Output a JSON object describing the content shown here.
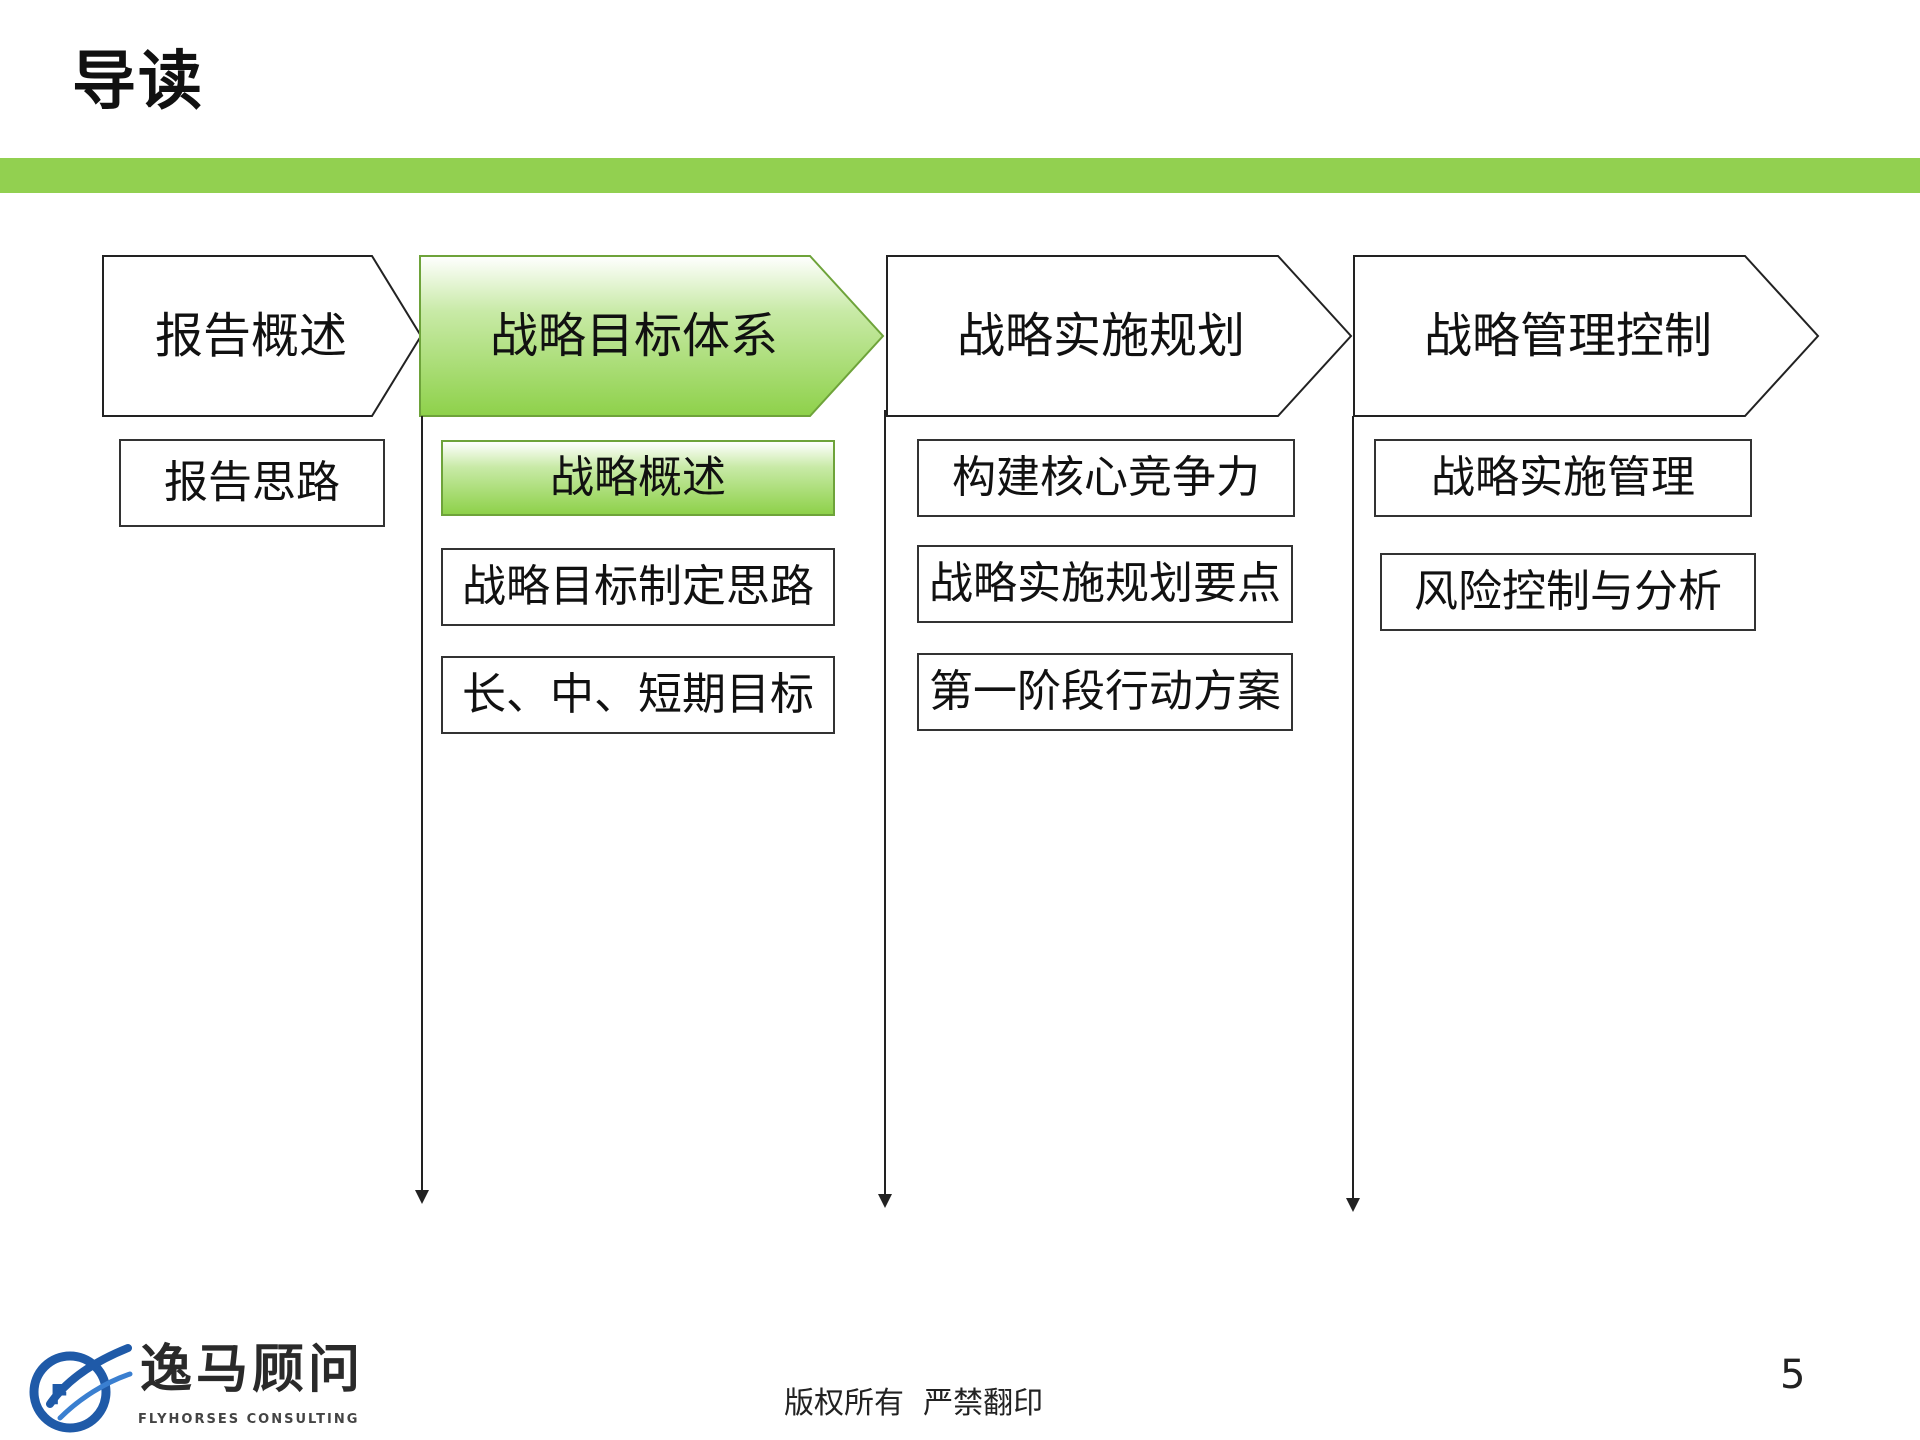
{
  "page": {
    "title": "导读",
    "accent_color": "#92d050",
    "footer": "版权所有  严禁翻印",
    "page_number": "5"
  },
  "logo": {
    "name": "逸马顾问",
    "subtitle": "FLYHORSES CONSULTING",
    "icon": "fm-swirl-logo-icon"
  },
  "phases": [
    {
      "label": "报告概述",
      "active": false,
      "topics": [
        {
          "label": "报告思路",
          "active": false
        }
      ]
    },
    {
      "label": "战略目标体系",
      "active": true,
      "topics": [
        {
          "label": "战略概述",
          "active": true
        },
        {
          "label": "战略目标制定思路",
          "active": false
        },
        {
          "label": "长、中、短期目标",
          "active": false
        }
      ]
    },
    {
      "label": "战略实施规划",
      "active": false,
      "topics": [
        {
          "label": "构建核心竞争力",
          "active": false
        },
        {
          "label": "战略实施规划要点",
          "active": false
        },
        {
          "label": "第一阶段行动方案",
          "active": false
        }
      ]
    },
    {
      "label": "战略管理控制",
      "active": false,
      "topics": [
        {
          "label": "战略实施管理",
          "active": false
        },
        {
          "label": "风险控制与分析",
          "active": false
        }
      ]
    }
  ]
}
